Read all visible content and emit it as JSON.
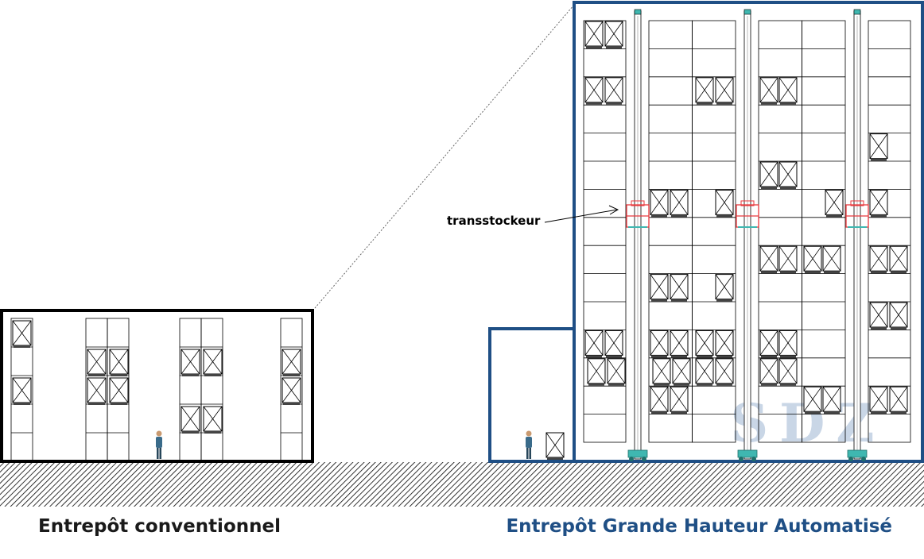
{
  "labels": {
    "conventional": "Entrepôt conventionnel",
    "automated": "Entrepôt Grande Hauteur Automatisé",
    "stacker_crane": "transstockeur",
    "watermark": "SDZ"
  },
  "colors": {
    "conventional_caption": "#1a1a1a",
    "automated_caption": "#1f4f85",
    "automated_frame": "#1f4f85",
    "conventional_frame": "#000000",
    "crane_carriage": "#e8383d",
    "crane_base": "#3fb7b0",
    "watermark": "#c9d6e6",
    "ground_hatch": "#000000",
    "worker_body": "#3a6b8a"
  },
  "icons": {
    "worker": "person-icon",
    "pallet": "pallet-box-icon"
  }
}
